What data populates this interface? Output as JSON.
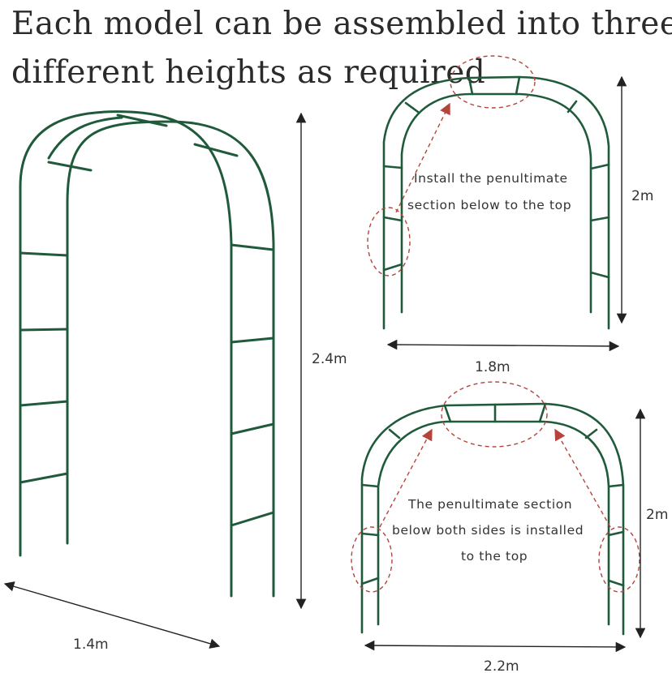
{
  "headline": {
    "line1": "Each model can be assembled into three",
    "line2": "different heights as required"
  },
  "arch_large": {
    "width_label": "1.4m",
    "height_label": "2.4m"
  },
  "arch_top_right": {
    "width_label": "1.8m",
    "height_label": "2m",
    "note_line1": "Install the penultimate",
    "note_line2": "section below to the top"
  },
  "arch_bottom_right": {
    "width_label": "2.2m",
    "height_label": "2m",
    "note_line1": "The penultimate section",
    "note_line2": "below both sides is installed",
    "note_line3": "to the top"
  },
  "colors": {
    "frame": "#1f5a3a",
    "dimension_line": "#222222",
    "highlight": "#b5443b"
  }
}
